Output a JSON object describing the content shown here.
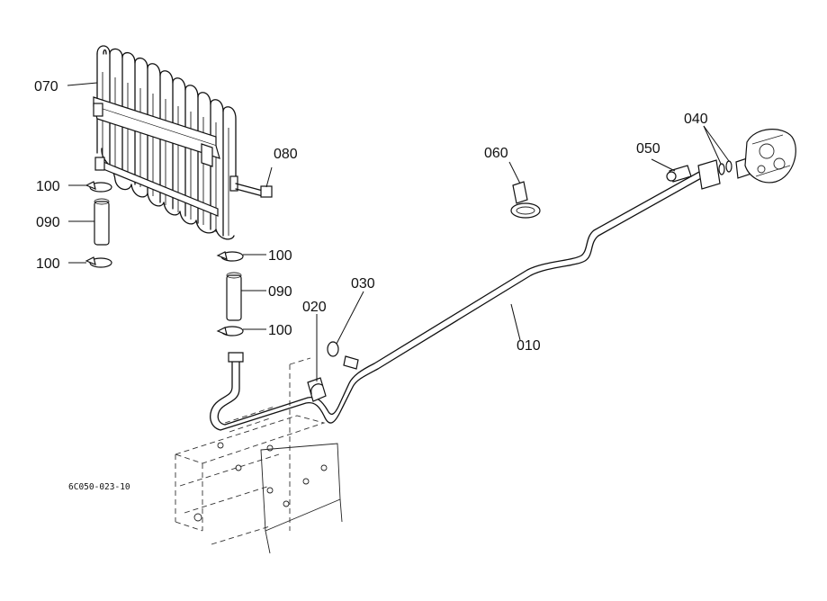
{
  "callouts": {
    "p010": "010",
    "p020": "020",
    "p030": "030",
    "p040": "040",
    "p050": "050",
    "p060": "060",
    "p070": "070",
    "p080": "080",
    "p090_left": "090",
    "p090_right": "090",
    "p100_left_top": "100",
    "p100_left_bottom": "100",
    "p100_right_top": "100",
    "p100_right_bottom": "100"
  },
  "drawing_code": "6C050-023-10",
  "line_color": "#111111",
  "background_color": "#ffffff"
}
